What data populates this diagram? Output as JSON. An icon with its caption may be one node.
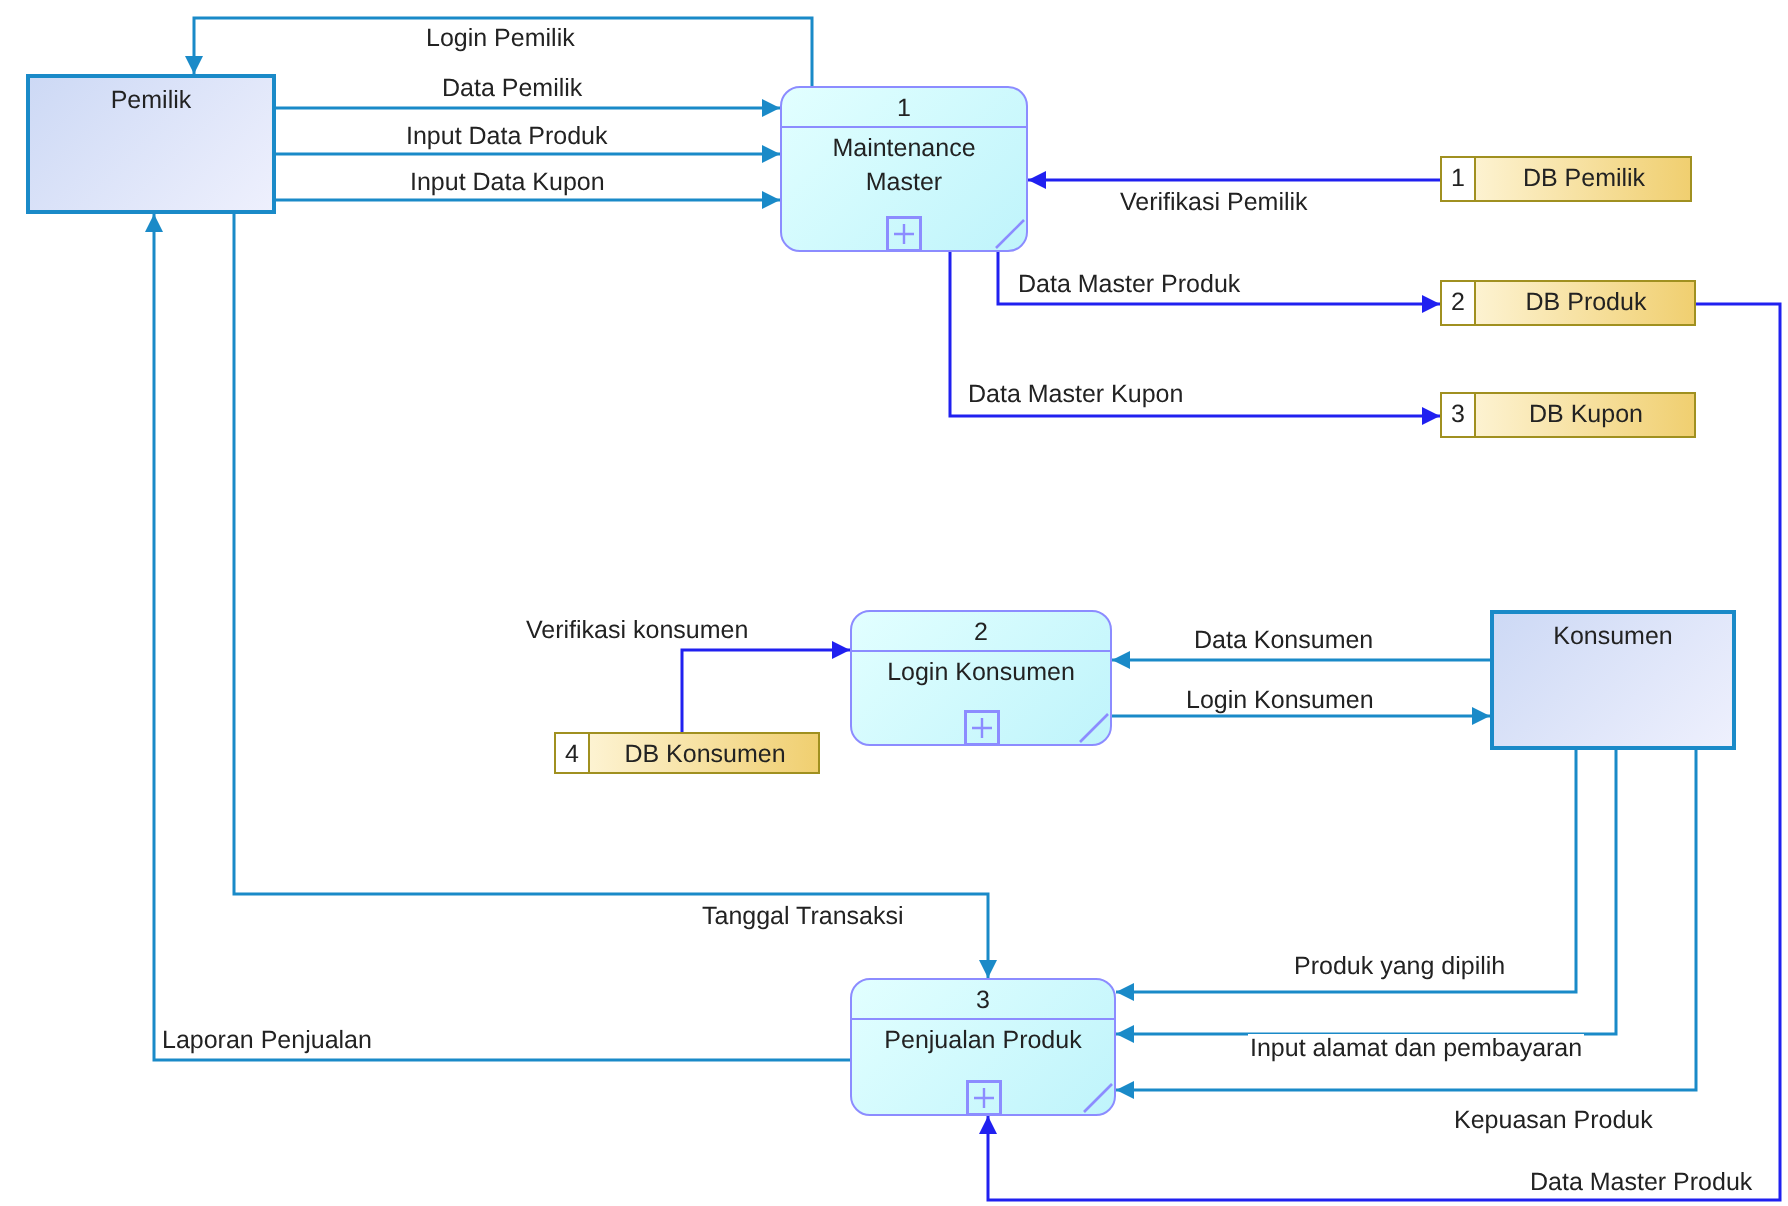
{
  "diagram": {
    "nodes": [
      {
        "text": [
          "Pemilik"
        ]
      },
      {
        "text": [
          "1",
          "Maintenance Master"
        ]
      },
      {
        "text": [
          "1",
          "DB Pemilik"
        ]
      },
      {
        "text": [
          "2",
          "DB Produk"
        ]
      },
      {
        "text": [
          "3",
          "DB Kupon"
        ]
      },
      {
        "text": [
          "2",
          "Login Konsumen"
        ]
      },
      {
        "text": [
          "4",
          "DB Konsumen"
        ]
      },
      {
        "text": [
          "Konsumen"
        ]
      },
      {
        "text": [
          "3",
          "Penjualan Produk"
        ]
      }
    ],
    "edges": [
      {
        "from": 1,
        "to": 0,
        "arrow": "to",
        "label": "Login Pemilik"
      },
      {
        "from": 0,
        "to": 1,
        "arrow": "to",
        "label": "Data Pemilik"
      },
      {
        "from": 0,
        "to": 1,
        "arrow": "to",
        "label": "Input Data Produk"
      },
      {
        "from": 0,
        "to": 1,
        "arrow": "to",
        "label": "Input Data Kupon"
      },
      {
        "from": 2,
        "to": 1,
        "arrow": "to",
        "label": "Verifikasi Pemilik",
        "color": "#2020f0"
      },
      {
        "from": 1,
        "to": 3,
        "arrow": "to",
        "label": "Data Master Produk",
        "color": "#2020f0"
      },
      {
        "from": 1,
        "to": 4,
        "arrow": "to",
        "label": "Data Master Kupon",
        "color": "#2020f0"
      },
      {
        "from": 6,
        "to": 5,
        "arrow": "to",
        "label": "Verifikasi konsumen",
        "color": "#2020f0"
      },
      {
        "from": 7,
        "to": 5,
        "arrow": "to",
        "label": "Data Konsumen"
      },
      {
        "from": 5,
        "to": 7,
        "arrow": "to",
        "label": "Login Konsumen"
      },
      {
        "from": 0,
        "to": 8,
        "arrow": "to",
        "label": "Tanggal Transaksi"
      },
      {
        "from": 8,
        "to": 0,
        "arrow": "to",
        "label": "Laporan Penjualan"
      },
      {
        "from": 7,
        "to": 8,
        "arrow": "to",
        "label": "Produk yang dipilih"
      },
      {
        "from": 7,
        "to": 8,
        "arrow": "to",
        "label": "Input alamat dan pembayaran"
      },
      {
        "from": 7,
        "to": 8,
        "arrow": "to",
        "label": "Kepuasan Produk"
      },
      {
        "from": 3,
        "to": 8,
        "arrow": "to",
        "label": "Data Master Produk",
        "color": "#2020f0"
      }
    ]
  }
}
